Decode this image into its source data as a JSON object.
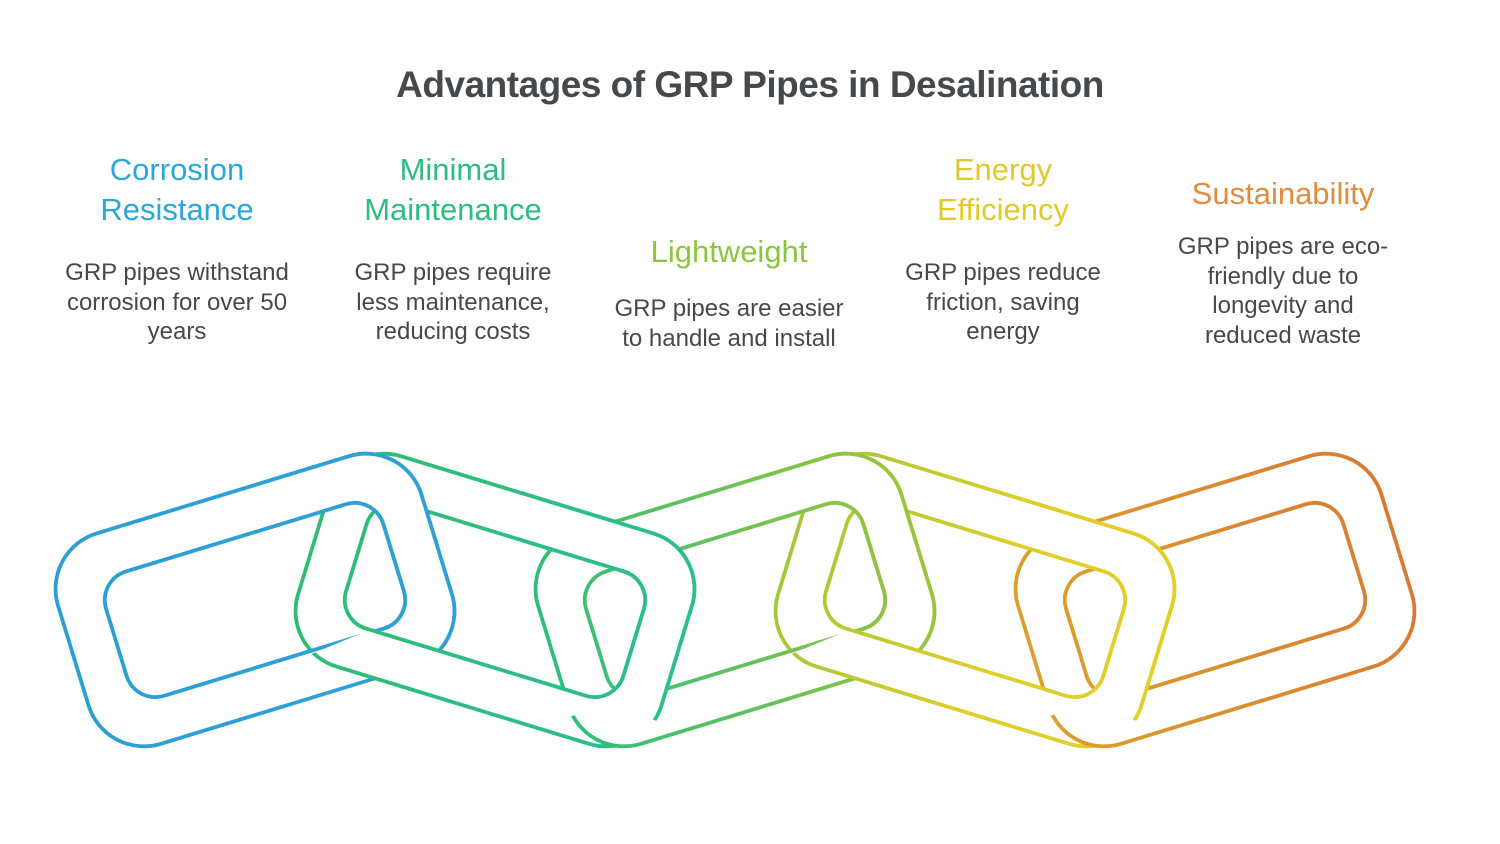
{
  "title": "Advantages of GRP Pipes in Desalination",
  "cards": [
    {
      "heading": "Corrosion\nResistance",
      "body": "GRP pipes withstand\ncorrosion for over 50\nyears",
      "color": "#29A7DC"
    },
    {
      "heading": "Minimal\nMaintenance",
      "body": "GRP pipes require\nless maintenance,\nreducing costs",
      "color": "#2DBD7E"
    },
    {
      "heading": "Lightweight",
      "body": "GRP pipes are easier\nto handle and install",
      "color": "#8CC63F"
    },
    {
      "heading": "Energy\nEfficiency",
      "body": "GRP pipes reduce\nfriction, saving\nenergy",
      "color": "#E0CA28"
    },
    {
      "heading": "Sustainability",
      "body": "GRP pipes are eco-\nfriendly due to\nlongevity and\nreduced waste",
      "color": "#E28B3C"
    }
  ],
  "chain": {
    "links": [
      {
        "name": "corrosion-resistance",
        "color_start": "#2B9FD4",
        "color_end": "#2FA0D6"
      },
      {
        "name": "minimal-maintenance",
        "color_start": "#2FBD74",
        "color_end": "#2ABE90"
      },
      {
        "name": "lightweight",
        "color_start": "#30BE7C",
        "color_end": "#9CC43B"
      },
      {
        "name": "energy-efficiency",
        "color_start": "#A5C738",
        "color_mid": "#DFCD2A",
        "color_end": "#E4CF29"
      },
      {
        "name": "sustainability",
        "color_start": "#DBA02C",
        "color_end": "#D97B32"
      }
    ]
  },
  "colors": {
    "title_text": "#46494C",
    "body_text": "#46494C",
    "background": "#FFFFFF"
  }
}
